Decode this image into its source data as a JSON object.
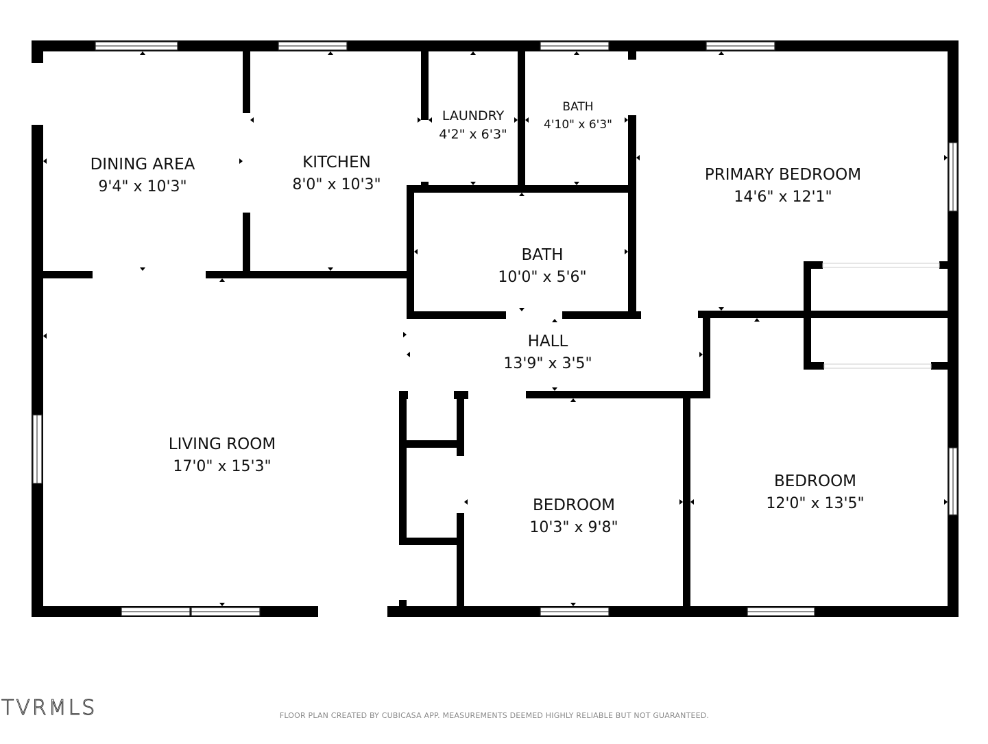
{
  "rooms": {
    "dining": {
      "name": "DINING AREA",
      "dims": "9'4\" x 10'3\""
    },
    "kitchen": {
      "name": "KITCHEN",
      "dims": "8'0\" x 10'3\""
    },
    "laundry": {
      "name": "LAUNDRY",
      "dims": "4'2\" x 6'3\""
    },
    "bath_small": {
      "name": "BATH",
      "dims": "4'10\" x 6'3\""
    },
    "primary": {
      "name": "PRIMARY BEDROOM",
      "dims": "14'6\" x 12'1\""
    },
    "bath_main": {
      "name": "BATH",
      "dims": "10'0\" x 5'6\""
    },
    "hall": {
      "name": "HALL",
      "dims": "13'9\" x 3'5\""
    },
    "living": {
      "name": "LIVING ROOM",
      "dims": "17'0\" x 15'3\""
    },
    "bedroom_2": {
      "name": "BEDROOM",
      "dims": "10'3\" x 9'8\""
    },
    "bedroom_3": {
      "name": "BEDROOM",
      "dims": "12'0\" x 13'5\""
    }
  },
  "footer": "FLOOR PLAN CREATED BY CUBICASA APP. MEASUREMENTS DEEMED HIGHLY RELIABLE BUT NOT GUARANTEED.",
  "watermark": "TVRMLS",
  "colors": {
    "wall": "#000000",
    "window": "#ffffff",
    "background": "#ffffff"
  }
}
